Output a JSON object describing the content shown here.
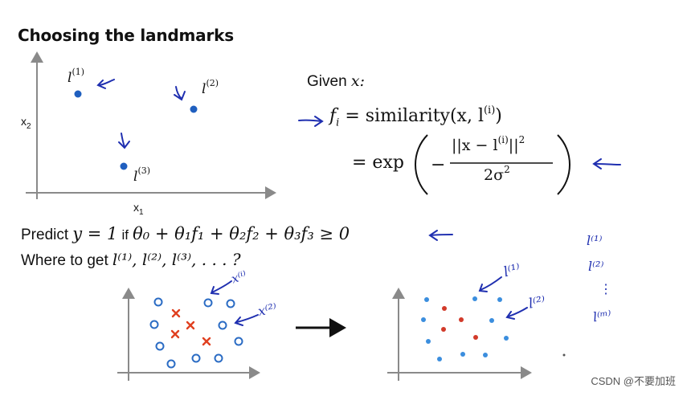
{
  "title": "Choosing the landmarks",
  "plot_top": {
    "x_axis_label": "x",
    "x_axis_sub": "1",
    "y_axis_label": "x",
    "y_axis_sub": "2",
    "landmarks": [
      {
        "name": "l",
        "sup": "(1)"
      },
      {
        "name": "l",
        "sup": "(2)"
      },
      {
        "name": "l",
        "sup": "(3)"
      }
    ]
  },
  "given": {
    "label": "Given",
    "var": "x:"
  },
  "formula": {
    "line1_lhs": "f",
    "line1_lhs_sub": "i",
    "line1_eq": "=",
    "line1_rhs": "similarity(x, l",
    "line1_sup": "(i)",
    "line1_close": ")",
    "line2_eq": "= exp",
    "numerator": "||x − l",
    "numerator_sup": "(i)",
    "numerator_end": "||",
    "numerator_pow": "2",
    "denominator": "2σ",
    "denominator_pow": "2"
  },
  "predict": {
    "word": "Predict",
    "expr": "y = 1",
    "if_word": "if",
    "condition": "θ₀ + θ₁f₁ + θ₂f₂ + θ₃f₃ ≥ 0"
  },
  "where": {
    "text": "Where to get",
    "expr": "l⁽¹⁾, l⁽²⁾, l⁽³⁾, . . . ?"
  },
  "hand_notes": {
    "x_label_1": "x⁽ⁱ⁾",
    "x_label_2": "x⁽²⁾",
    "l_label_1": "l⁽¹⁾",
    "l_label_2": "l⁽²⁾",
    "list": [
      "l⁽¹⁾",
      "l⁽²⁾",
      "⋮",
      "l⁽ᵐ⁾"
    ]
  },
  "colors": {
    "landmark_blue": "#1f5fbf",
    "circle_blue": "#2b6cc4",
    "cross_red": "#e04020",
    "dot_red": "#d23a2a",
    "dot_blue": "#3b8ede",
    "ink_blue": "#1f2fb0",
    "axis_gray": "#8a8a8a"
  },
  "watermark": "CSDN @不要加班"
}
